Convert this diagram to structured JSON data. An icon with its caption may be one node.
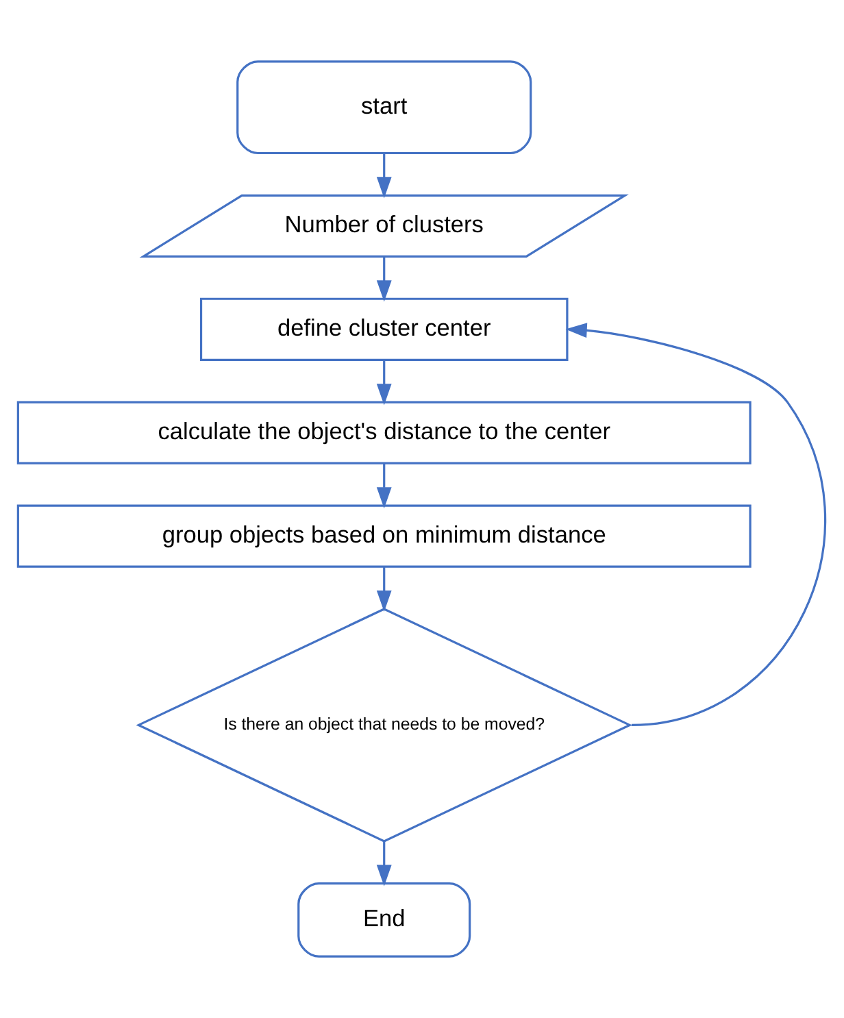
{
  "diagram": {
    "nodes": [
      {
        "text": [
          "start"
        ]
      },
      {
        "text": [
          "Number of clusters"
        ]
      },
      {
        "text": [
          "define cluster center"
        ]
      },
      {
        "text": [
          "calculate the object's distance to the center"
        ]
      },
      {
        "text": [
          "group objects based on minimum distance"
        ]
      },
      {
        "text": [
          "Is there an object that needs to be moved?"
        ]
      },
      {
        "text": [
          "End"
        ]
      }
    ],
    "edges": [
      {
        "from": 0,
        "to": 1,
        "arrow": "to"
      },
      {
        "from": 1,
        "to": 2,
        "arrow": "to"
      },
      {
        "from": 2,
        "to": 3,
        "arrow": "to"
      },
      {
        "from": 3,
        "to": 4,
        "arrow": "to"
      },
      {
        "from": 4,
        "to": 5,
        "arrow": "to"
      },
      {
        "from": 5,
        "to": 6,
        "arrow": "to"
      },
      {
        "from": 5,
        "to": 2,
        "arrow": "to"
      }
    ]
  }
}
